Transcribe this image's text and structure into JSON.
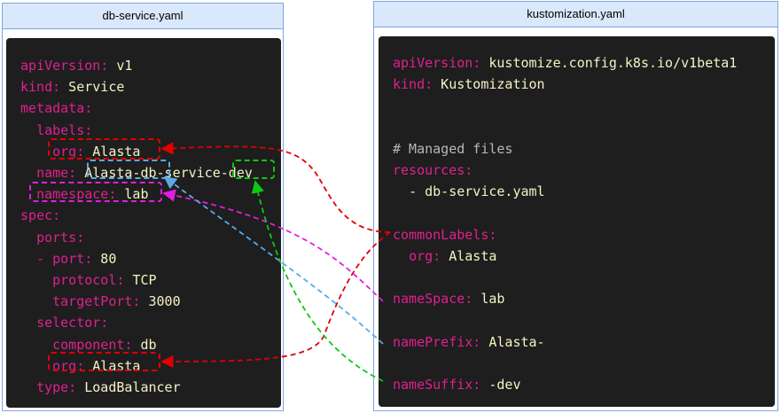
{
  "left_panel": {
    "title": "db-service.yaml",
    "lines": [
      {
        "indent": "",
        "key": "apiVersion:",
        "value": " v1"
      },
      {
        "indent": "",
        "key": "kind:",
        "value": " Service"
      },
      {
        "indent": "",
        "key": "metadata:",
        "value": ""
      },
      {
        "indent": "  ",
        "key": "labels:",
        "value": ""
      },
      {
        "indent": "    ",
        "key": "org:",
        "value": " Alasta"
      },
      {
        "indent": "  ",
        "key": "name:",
        "value": " Alasta-db-service-dev"
      },
      {
        "indent": "  ",
        "key": "namespace:",
        "value": " lab"
      },
      {
        "indent": "",
        "key": "spec:",
        "value": ""
      },
      {
        "indent": "  ",
        "key": "ports:",
        "value": ""
      },
      {
        "indent": "  ",
        "key": "- port:",
        "value": " 80"
      },
      {
        "indent": "    ",
        "key": "protocol:",
        "value": " TCP"
      },
      {
        "indent": "    ",
        "key": "targetPort:",
        "value": " 3000"
      },
      {
        "indent": "  ",
        "key": "selector:",
        "value": ""
      },
      {
        "indent": "    ",
        "key": "component:",
        "value": " db"
      },
      {
        "indent": "    ",
        "key": "org:",
        "value": " Alasta"
      },
      {
        "indent": "  ",
        "key": "type:",
        "value": " LoadBalancer"
      }
    ]
  },
  "right_panel": {
    "title": "kustomization.yaml",
    "lines": [
      {
        "indent": "",
        "key": "apiVersion:",
        "value": " kustomize.config.k8s.io/v1beta1",
        "comment": ""
      },
      {
        "indent": "",
        "key": "kind:",
        "value": " Kustomization",
        "comment": ""
      },
      {
        "indent": "",
        "key": "",
        "value": "",
        "comment": ""
      },
      {
        "indent": "",
        "key": "",
        "value": "",
        "comment": ""
      },
      {
        "indent": "",
        "key": "",
        "value": "",
        "comment": "# Managed files"
      },
      {
        "indent": "",
        "key": "resources:",
        "value": "",
        "comment": ""
      },
      {
        "indent": "  ",
        "key": "",
        "value": "- db-service.yaml",
        "comment": ""
      },
      {
        "indent": "",
        "key": "",
        "value": "",
        "comment": ""
      },
      {
        "indent": "",
        "key": "commonLabels:",
        "value": "",
        "comment": ""
      },
      {
        "indent": "  ",
        "key": "org:",
        "value": " Alasta",
        "comment": ""
      },
      {
        "indent": "",
        "key": "",
        "value": "",
        "comment": ""
      },
      {
        "indent": "",
        "key": "nameSpace:",
        "value": " lab",
        "comment": ""
      },
      {
        "indent": "",
        "key": "",
        "value": "",
        "comment": ""
      },
      {
        "indent": "",
        "key": "namePrefix:",
        "value": " Alasta-",
        "comment": ""
      },
      {
        "indent": "",
        "key": "",
        "value": "",
        "comment": ""
      },
      {
        "indent": "",
        "key": "nameSuffix:",
        "value": " -dev",
        "comment": ""
      }
    ]
  },
  "colors": {
    "key": "#e0208f",
    "value": "#f5f2c4",
    "comment": "#b7b7b7",
    "code_bg": "#1e1e1e",
    "panel_border": "#7ea6e0",
    "panel_header": "#dae8fc",
    "common_labels_arrow": "#e00000",
    "namespace_arrow": "#e020e0",
    "name_prefix_arrow": "#5aa9e6",
    "name_suffix_arrow": "#10c810"
  }
}
